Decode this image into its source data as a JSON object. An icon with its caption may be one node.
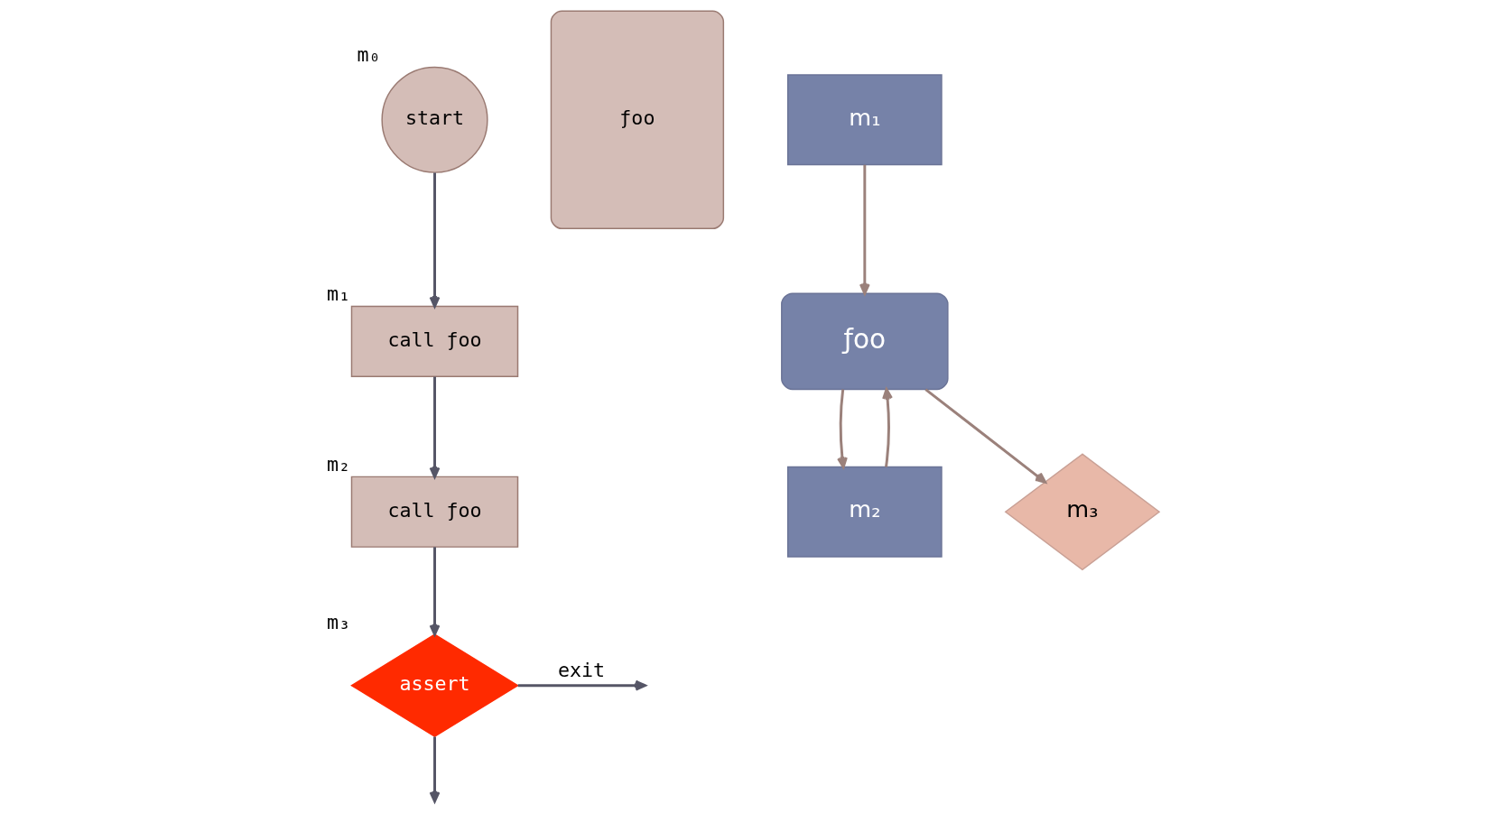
{
  "diagram": {
    "nodes": [
      {
        "text": [
          "start"
        ],
        "beside": [
          "m₀"
        ]
      },
      {
        "text": [
          "call ƒoo"
        ],
        "beside": [
          "m₁"
        ]
      },
      {
        "text": [
          "call ƒoo"
        ],
        "beside": [
          "m₂"
        ]
      },
      {
        "text": [
          "assert"
        ],
        "beside": [
          "m₃"
        ]
      },
      {
        "text": [
          "ƒoo"
        ]
      },
      {
        "text": [
          "m₁"
        ]
      },
      {
        "text": [
          "ƒoo"
        ]
      },
      {
        "text": [
          "m₂"
        ]
      },
      {
        "text": [
          "m₃"
        ]
      }
    ],
    "edges": [
      {
        "from": 0,
        "to": 1,
        "arrow": "to"
      },
      {
        "from": 1,
        "to": 2,
        "arrow": "to"
      },
      {
        "from": 2,
        "to": 3,
        "arrow": "to"
      },
      {
        "from": 3,
        "to": null,
        "arrow": "to",
        "label": "exit"
      },
      {
        "from": 3,
        "to": null,
        "arrow": "to"
      },
      {
        "from": 5,
        "to": 6,
        "arrow": "to",
        "color": "#9b817b"
      },
      {
        "from": 6,
        "to": 7,
        "arrow": "to",
        "color": "#9b817b"
      },
      {
        "from": 6,
        "to": 8,
        "arrow": "to",
        "color": "#9b817b"
      },
      {
        "from": 7,
        "to": 6,
        "arrow": "to",
        "color": "#9b817b"
      }
    ]
  }
}
